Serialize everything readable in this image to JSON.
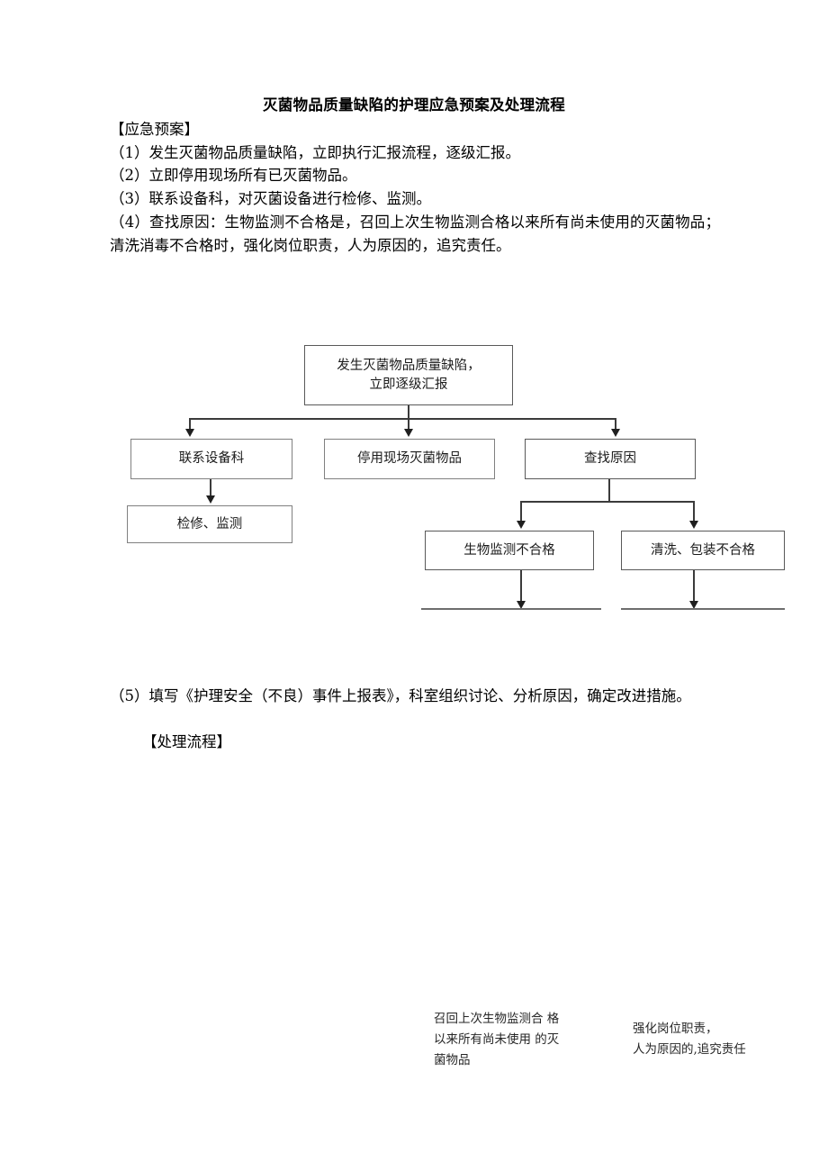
{
  "document": {
    "title": "灭菌物品质量缺陷的护理应急预案及处理流程",
    "section1_heading": "【应急预案】",
    "items": [
      "（1）发生灭菌物品质量缺陷，立即执行汇报流程，逐级汇报。",
      "（2）立即停用现场所有已灭菌物品。",
      "（3）联系设备科，对灭菌设备进行检修、监测。",
      "（4）查找原因：生物监测不合格是，召回上次生物监测合格以来所有尚未使用的灭菌物品；清洗消毒不合格时，强化岗位职责，人为原因的，追究责任。"
    ],
    "item5": "（5）填写《护理安全（不良）事件上报表》，科室组织讨论、分析原因，确定改进措施。",
    "section2_heading": "【处理流程】"
  },
  "flowchart": {
    "nodes": {
      "start_line1": "发生灭菌物品质量缺陷，",
      "start_line2": "立即逐级汇报",
      "contact_dept": "联系设备科",
      "inspect_monitor": "检修、监测",
      "suspend_items": "停用现场灭菌物品",
      "find_cause": "查找原因",
      "bio_fail": "生物监测不合格",
      "wash_pack_fail": "清洗、包装不合格"
    }
  },
  "annotations": {
    "left_block": "召回上次生物监测合  格\n以来所有尚未使用  的灭\n菌物品",
    "right_block": "强化岗位职责，\n人为原因的,追究责任"
  },
  "colors": {
    "page_background": "#ffffff",
    "text": "#000000",
    "node_border": "#808080",
    "connector": "#3b3b3b"
  }
}
